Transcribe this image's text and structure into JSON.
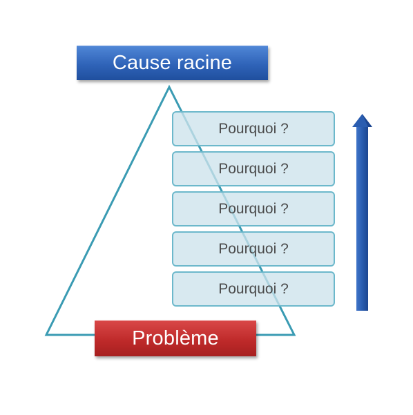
{
  "diagram": {
    "cause_label": "Cause racine",
    "problem_label": "Problème",
    "why_items": [
      {
        "label": "Pourquoi ?"
      },
      {
        "label": "Pourquoi ?"
      },
      {
        "label": "Pourquoi ?"
      },
      {
        "label": "Pourquoi ?"
      },
      {
        "label": "Pourquoi ?"
      }
    ]
  },
  "colors": {
    "cause_box": "#2f63b8",
    "problem_box": "#bf2a2a",
    "triangle_stroke": "#3a9bb3",
    "why_box_fill": "#cde3ec",
    "why_box_border": "#6cb8cb",
    "arrow": "#2a5db0"
  }
}
